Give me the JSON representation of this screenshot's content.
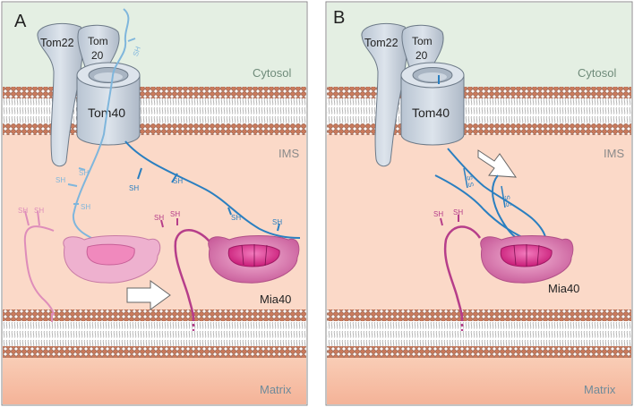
{
  "panels": [
    {
      "letter": "A",
      "compartments": {
        "cytosol": "Cytosol",
        "ims": "IMS",
        "matrix": "Matrix"
      },
      "proteins": {
        "tom22": "Tom22",
        "tom20_line1": "Tom",
        "tom20_line2": "20",
        "tom40": "Tom40",
        "mia40": "Mia40"
      },
      "thiol_label": "SH"
    },
    {
      "letter": "B",
      "compartments": {
        "cytosol": "Cytosol",
        "ims": "IMS",
        "matrix": "Matrix"
      },
      "proteins": {
        "tom22": "Tom22",
        "tom20_line1": "Tom",
        "tom20_line2": "20",
        "tom40": "Tom40",
        "mia40": "Mia40"
      },
      "thiol_label": "SH",
      "disulfide_label": "S S"
    }
  ],
  "colors": {
    "cytosol": "#e4efe3",
    "ims": "#fbd9c8",
    "matrix": "#f8c6ad",
    "membrane_head": "#c97a5c",
    "tom_complex": "#c4cfdb",
    "substrate_light": "#7fb6dc",
    "substrate_dark": "#2a7fc0",
    "mia40_outer": "#d96aa8",
    "mia40_inner": "#e0338c",
    "mia40_strand_light": "#de8dba",
    "mia40_strand_dark": "#b63e8a"
  }
}
